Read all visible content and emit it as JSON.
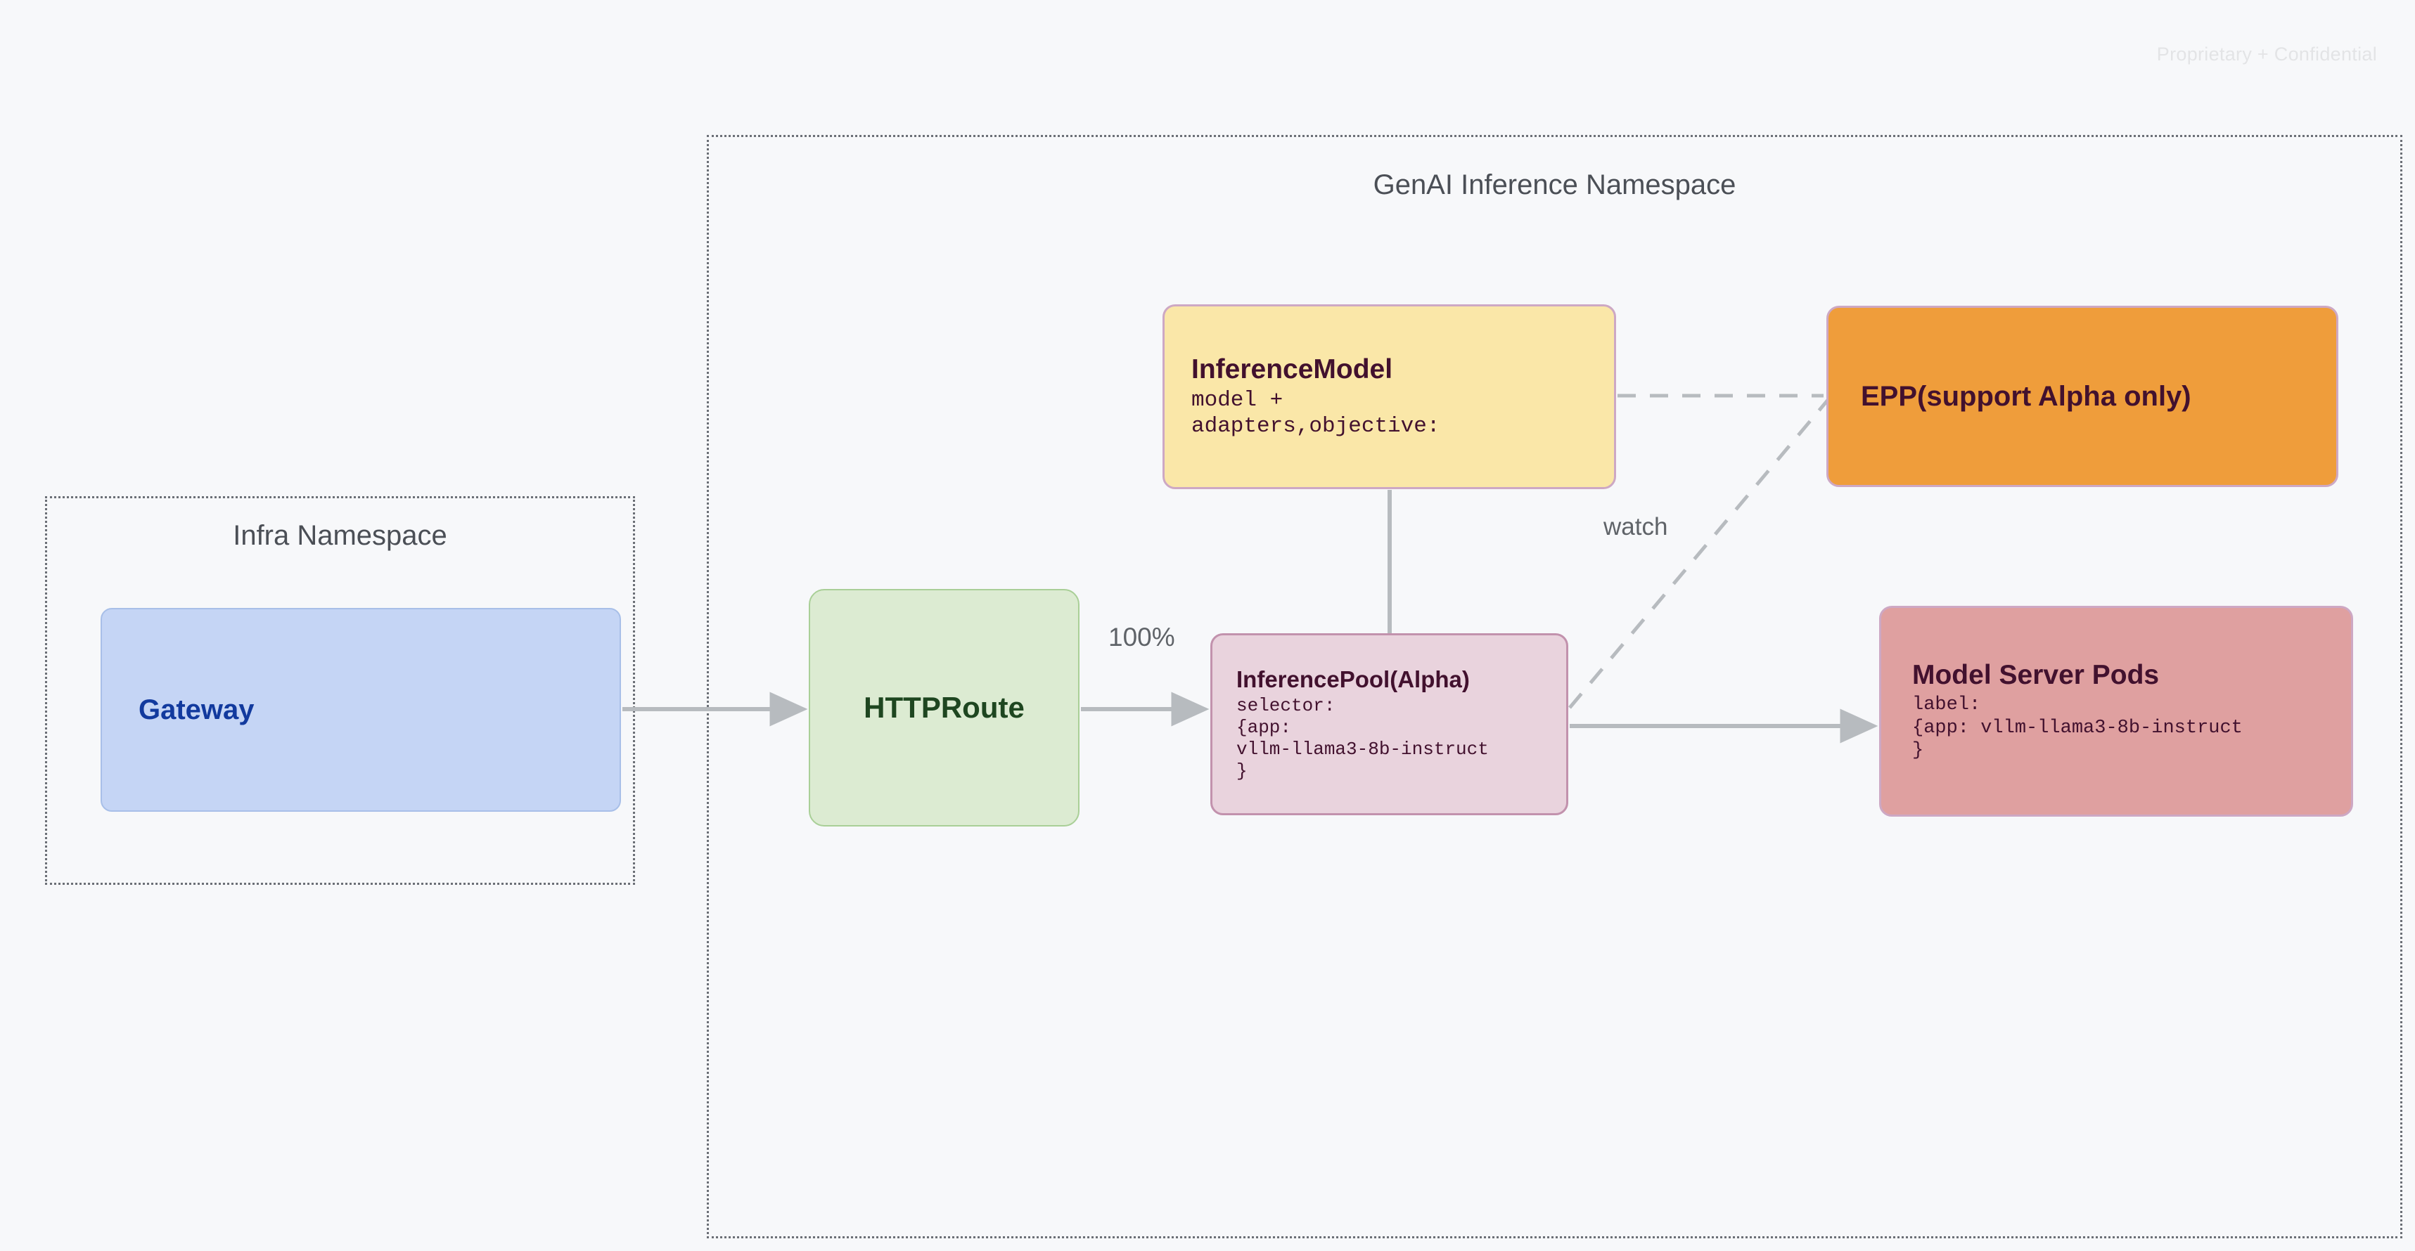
{
  "watermark": "Proprietary + Confidential",
  "namespaces": [
    {
      "id": "infra",
      "title": "Infra Namespace"
    },
    {
      "id": "genai",
      "title": "GenAI Inference Namespace"
    }
  ],
  "nodes": {
    "gateway": {
      "title": "Gateway",
      "fill": "#c5d5f5",
      "border": "#a8bfe8",
      "text_color": "#123a9e"
    },
    "httproute": {
      "title": "HTTPRoute",
      "fill": "#dcebd2",
      "border": "#a9cf97",
      "text_color": "#1e4620"
    },
    "inference_model": {
      "title": "InferenceModel",
      "body_line1": "model +",
      "body_line2": "adapters,objective:",
      "fill": "#fae7a8",
      "border": "#cda8c4",
      "text_color": "#42112e"
    },
    "inference_pool": {
      "title": "InferencePool(Alpha)",
      "body_line1": "selector:",
      "body_line2": "{app:",
      "body_line3": "vllm-llama3-8b-instruct",
      "body_line4": "}",
      "fill": "#e9d3dd",
      "border": "#c292ad",
      "text_color": "#42112e"
    },
    "epp": {
      "title": "EPP(support Alpha only)",
      "fill": "#ef9d3b",
      "border": "#cda8c4",
      "text_color": "#42112e"
    },
    "model_server_pods": {
      "title": "Model Server Pods",
      "body_line1": "label:",
      "body_line2": "{app: vllm-llama3-8b-instruct",
      "body_line3": "}",
      "fill": "#dfa0a0",
      "border": "#cda8c4",
      "text_color": "#42112e"
    }
  },
  "edges": {
    "traffic_split_label": "100%",
    "watch_label": "watch",
    "connector_color": "#b7bbbf"
  },
  "canvas": {
    "background": "#f7f8fa"
  }
}
